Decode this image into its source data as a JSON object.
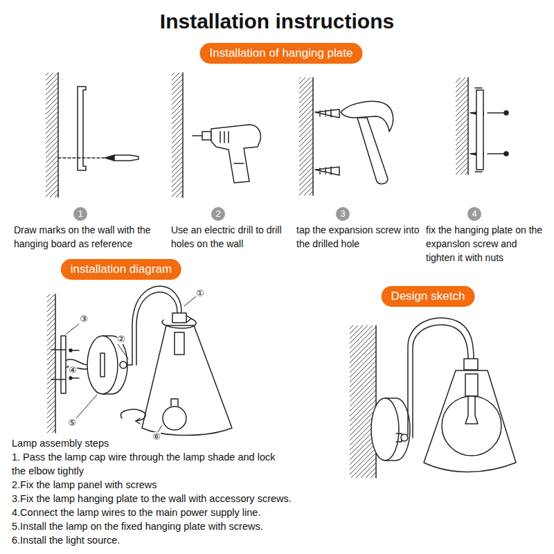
{
  "diagram": {
    "title": "Installation instructions",
    "nodes": [
      {
        "text": [
          "Installation of hanging plate"
        ]
      },
      {
        "text": [
          "1"
        ]
      },
      {
        "text": [
          "2"
        ]
      },
      {
        "text": [
          "3"
        ]
      },
      {
        "text": [
          "4"
        ]
      },
      {
        "text": [
          "installation diagram"
        ]
      },
      {
        "text": [
          "Design sketch"
        ]
      }
    ],
    "labels": [
      "Draw marks on the wall with the hanging board as reference",
      "Use an electric drill to drill holes on the wall",
      "tap the expansion screw into the drilled hole",
      "fix the hanging plate on the expanslon screw and tighten it with nuts",
      "①",
      "②",
      "③",
      "④",
      "⑤",
      "⑥",
      "Lamp assembly steps",
      "1. Pass the lamp cap wire through the lamp shade and lock the elbow tightly",
      "2.Fix the lamp panel with screws",
      "3.Fix the lamp hanging plate to the wall with accessory screws.",
      "4.Connect the lamp wires to the main power supply line.",
      "5.Install the lamp on the fixed hanging plate with screws.",
      "6.Install the light source."
    ]
  }
}
